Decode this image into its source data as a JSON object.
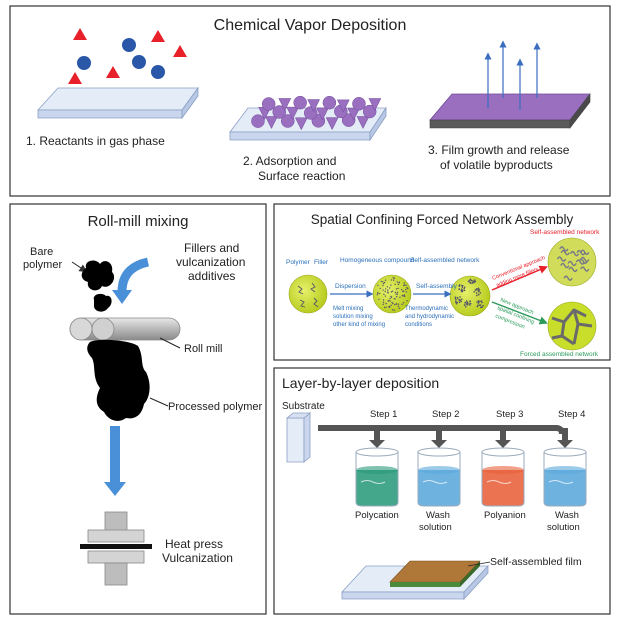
{
  "cvd": {
    "title": "Chemical Vapor Deposition",
    "step1": "1. Reactants in gas phase",
    "step2_line1": "2. Adsorption and",
    "step2_line2": "Surface reaction",
    "step3_line1": "3. Film growth and release",
    "step3_line2": "of volatile byproducts"
  },
  "roll": {
    "title": "Roll-mill mixing",
    "bare_line1": "Bare",
    "bare_line2": "polymer",
    "fillers_line1": "Fillers and",
    "fillers_line2": "vulcanization",
    "fillers_line3": "additives",
    "roll_mill": "Roll mill",
    "processed": "Processed polymer",
    "heat_line1": "Heat press",
    "heat_line2": "Vulcanization"
  },
  "spatial": {
    "title": "Spatial Confining Forced Network Assembly",
    "polymer": "Polymer",
    "filler": "Filler",
    "homogeneous": "Homogeneous compound",
    "dispersion": "Dispersion",
    "melt_line1": "Melt mixing",
    "melt_line2": "solution mixing",
    "melt_line3": "other kind of mixing",
    "self_assembly": "Self-assembly",
    "thermo_line1": "Thermodynamic",
    "thermo_line2": "and hydrodynamic",
    "thermo_line3": "conditions",
    "self_assembled_network": "Self-assembled network",
    "self_assembled_network_red": "Self-assembled network",
    "conv_line1": "Conventional approach",
    "conv_line2": "adding more fillers",
    "new_line1": "New approach",
    "new_line2": "spatial confining",
    "new_line3": "compression",
    "forced_network": "Forced assembled network"
  },
  "lbl": {
    "title": "Layer-by-layer deposition",
    "substrate": "Substrate",
    "steps": [
      "Step 1",
      "Step 2",
      "Step 3",
      "Step 4"
    ],
    "beakers": [
      {
        "line1": "Polycation",
        "line2": ""
      },
      {
        "line1": "Wash",
        "line2": "solution"
      },
      {
        "line1": "Polyanion",
        "line2": ""
      },
      {
        "line1": "Wash",
        "line2": "solution"
      }
    ],
    "film": "Self-assembled film"
  },
  "colors": {
    "red": "#e8202a",
    "blue": "#2a57a8",
    "purple": "#9b6fc0",
    "arrow_blue": "#4a90d9",
    "ball_green": "#c8de2a",
    "teal": "#2a9a7a",
    "wash": "#5aa8dc",
    "polyanion": "#e8603a",
    "film": "#b07838"
  }
}
